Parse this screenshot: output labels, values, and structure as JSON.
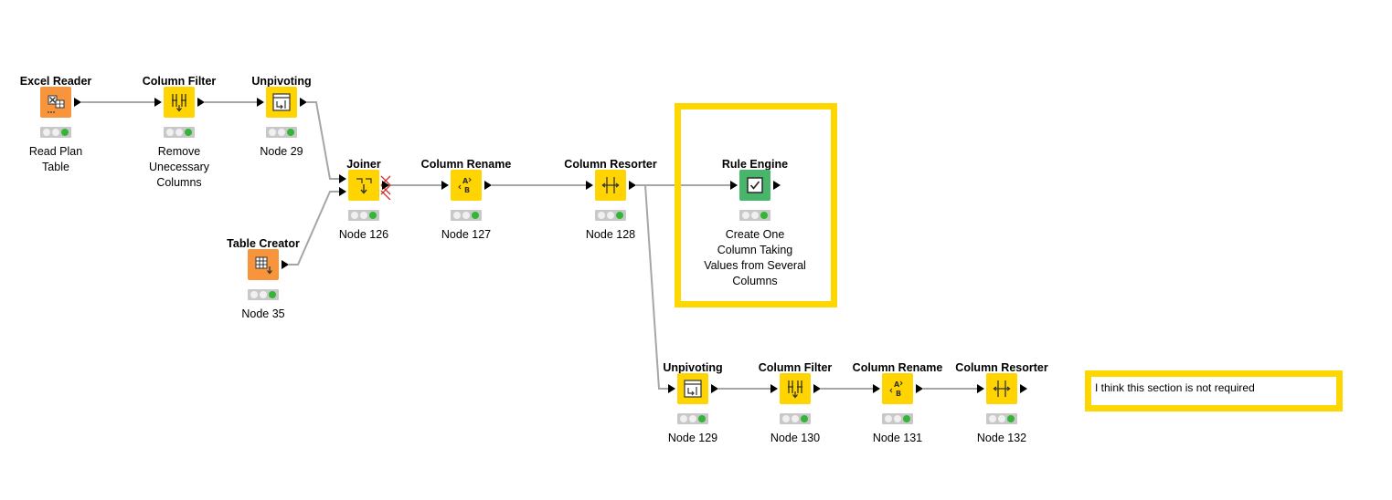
{
  "colors": {
    "manipulator": "#ffd400",
    "source": "#f7943c",
    "rule_engine": "#49b56a",
    "connection": "#a6a6a6",
    "highlight": "#ffd700",
    "status_green": "#35b536"
  },
  "nodes": [
    {
      "id": "excel-reader",
      "title": "Excel Reader",
      "label": "Read  Plan\nTable",
      "kind": "source",
      "icon": "excel-reader-icon",
      "warning": false
    },
    {
      "id": "column-filter-1",
      "title": "Column Filter",
      "label": "Remove\nUnecessary\nColumns",
      "kind": "manipulator",
      "icon": "column-filter-icon",
      "warning": false
    },
    {
      "id": "unpivoting-1",
      "title": "Unpivoting",
      "label": "Node 29",
      "kind": "manipulator",
      "icon": "unpivoting-icon",
      "warning": false
    },
    {
      "id": "joiner",
      "title": "Joiner",
      "label": "Node 126",
      "kind": "manipulator",
      "icon": "joiner-icon",
      "warning": true
    },
    {
      "id": "table-creator",
      "title": "Table Creator",
      "label": "Node 35",
      "kind": "source",
      "icon": "table-creator-icon",
      "warning": false
    },
    {
      "id": "column-rename-1",
      "title": "Column Rename",
      "label": "Node 127",
      "kind": "manipulator",
      "icon": "column-rename-icon",
      "warning": false
    },
    {
      "id": "column-resorter-1",
      "title": "Column Resorter",
      "label": "Node 128",
      "kind": "manipulator",
      "icon": "column-resorter-icon",
      "warning": false
    },
    {
      "id": "rule-engine",
      "title": "Rule Engine",
      "label": "Create One\nColumn Taking\nValues from Several\nColumns",
      "kind": "rule_engine",
      "icon": "rule-engine-icon",
      "warning": false
    },
    {
      "id": "unpivoting-2",
      "title": "Unpivoting",
      "label": "Node 129",
      "kind": "manipulator",
      "icon": "unpivoting-icon",
      "warning": false
    },
    {
      "id": "column-filter-2",
      "title": "Column Filter",
      "label": "Node 130",
      "kind": "manipulator",
      "icon": "column-filter-icon",
      "warning": false
    },
    {
      "id": "column-rename-2",
      "title": "Column Rename",
      "label": "Node 131",
      "kind": "manipulator",
      "icon": "column-rename-icon",
      "warning": false
    },
    {
      "id": "column-resorter-2",
      "title": "Column Resorter",
      "label": "Node 132",
      "kind": "manipulator",
      "icon": "column-resorter-icon",
      "warning": false
    }
  ],
  "connections": [
    [
      "excel-reader",
      "column-filter-1"
    ],
    [
      "column-filter-1",
      "unpivoting-1"
    ],
    [
      "unpivoting-1",
      "joiner"
    ],
    [
      "table-creator",
      "joiner"
    ],
    [
      "joiner",
      "column-rename-1"
    ],
    [
      "column-rename-1",
      "column-resorter-1"
    ],
    [
      "column-resorter-1",
      "rule-engine"
    ],
    [
      "column-resorter-1",
      "unpivoting-2"
    ],
    [
      "unpivoting-2",
      "column-filter-2"
    ],
    [
      "column-filter-2",
      "column-rename-2"
    ],
    [
      "column-rename-2",
      "column-resorter-2"
    ]
  ],
  "annotation": {
    "text": "I think this section is not required"
  }
}
